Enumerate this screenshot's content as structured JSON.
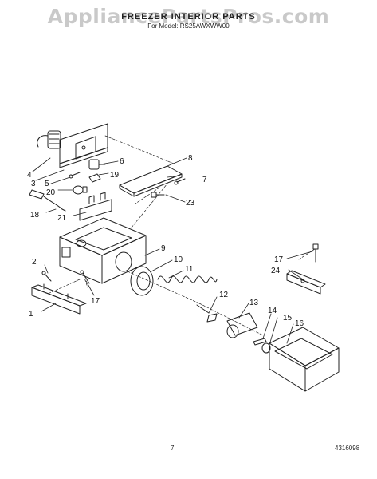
{
  "header": {
    "watermark": "AppliancePartsPros.com",
    "title": "FREEZER INTERIOR PARTS",
    "subtitle": "For Model: RS25AWXWW00"
  },
  "callouts": [
    {
      "id": "c1",
      "text": "1"
    },
    {
      "id": "c2",
      "text": "2"
    },
    {
      "id": "c3",
      "text": "3"
    },
    {
      "id": "c4",
      "text": "4"
    },
    {
      "id": "c5",
      "text": "5"
    },
    {
      "id": "c6",
      "text": "6"
    },
    {
      "id": "c7",
      "text": "7"
    },
    {
      "id": "c8",
      "text": "8"
    },
    {
      "id": "c9",
      "text": "9"
    },
    {
      "id": "c10",
      "text": "10"
    },
    {
      "id": "c11",
      "text": "11"
    },
    {
      "id": "c12",
      "text": "12"
    },
    {
      "id": "c13",
      "text": "13"
    },
    {
      "id": "c14",
      "text": "14"
    },
    {
      "id": "c15",
      "text": "15"
    },
    {
      "id": "c16",
      "text": "16"
    },
    {
      "id": "c17a",
      "text": "17"
    },
    {
      "id": "c17b",
      "text": "17"
    },
    {
      "id": "c18",
      "text": "18"
    },
    {
      "id": "c19",
      "text": "19"
    },
    {
      "id": "c20",
      "text": "20"
    },
    {
      "id": "c21",
      "text": "21"
    },
    {
      "id": "c23",
      "text": "23"
    },
    {
      "id": "c24",
      "text": "24"
    }
  ],
  "footer": {
    "page_number": "7",
    "document_number": "4316098"
  }
}
